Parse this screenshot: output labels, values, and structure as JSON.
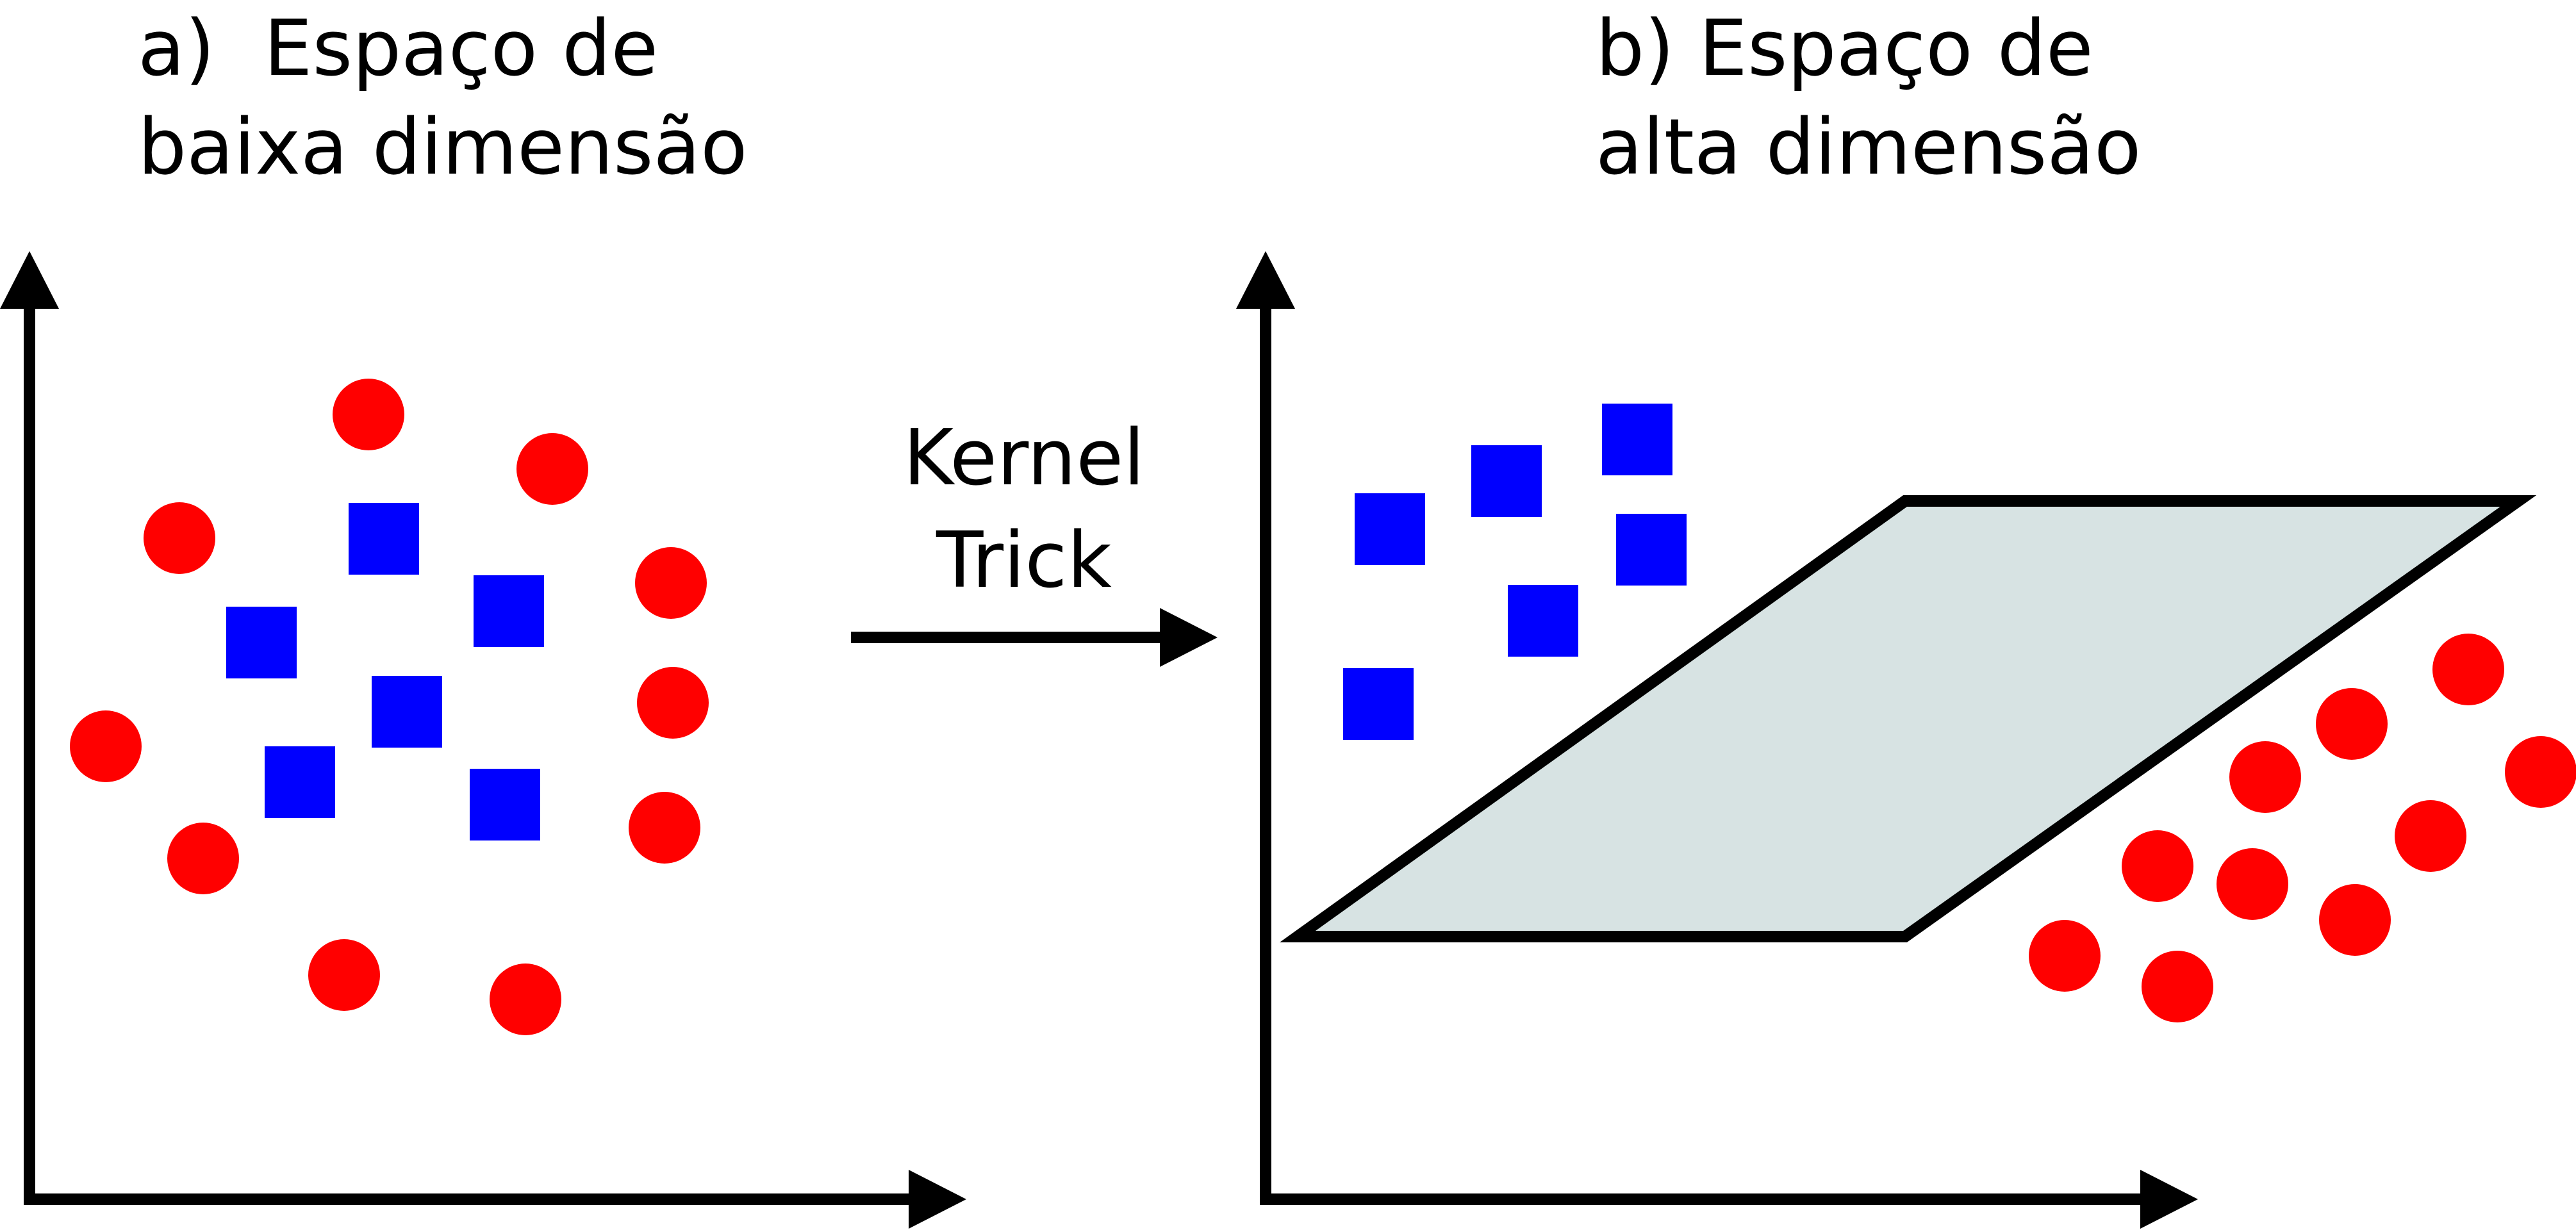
{
  "panel_a": {
    "title_line1": "a)  Espaço de",
    "title_line2": "baixa dimensão"
  },
  "panel_b": {
    "title_line1": "b) Espaço de",
    "title_line2": "alta dimensão"
  },
  "transform": {
    "line1": "Kernel",
    "line2": "Trick"
  },
  "colors": {
    "circle": "#ff0000",
    "square": "#0000ff",
    "plane_fill": "#d7e3e3",
    "stroke": "#000000"
  }
}
